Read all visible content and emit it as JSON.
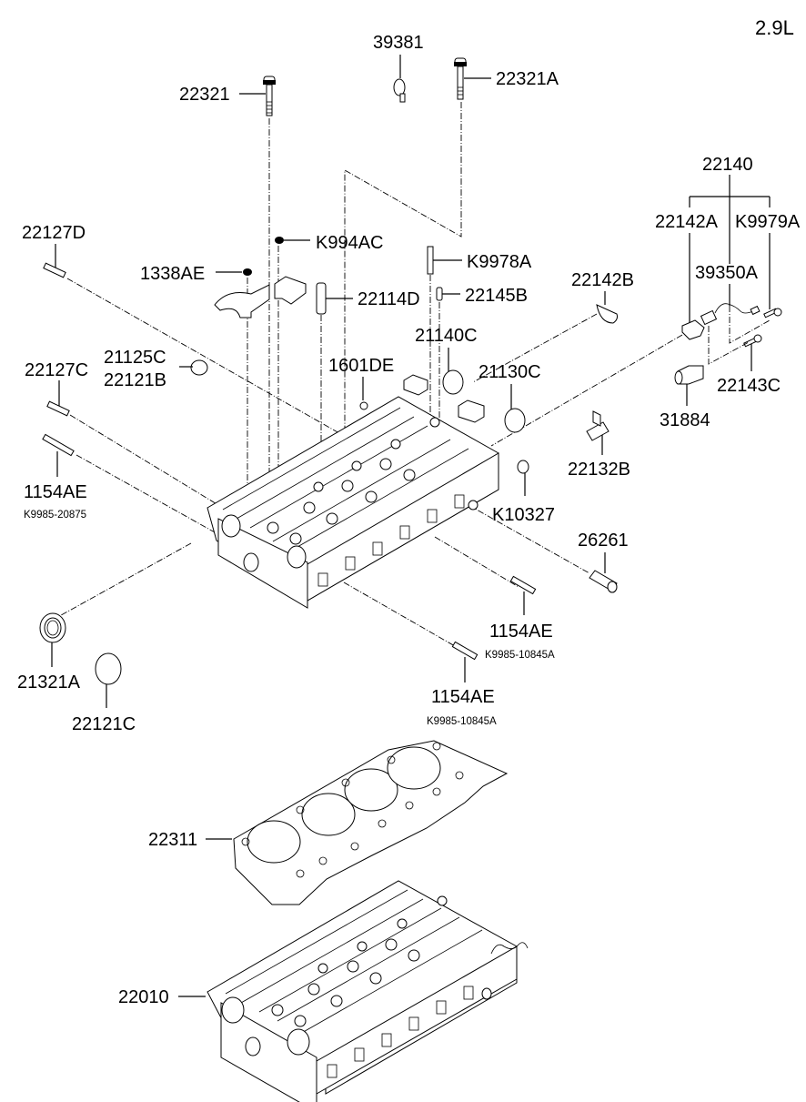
{
  "diagram": {
    "engine_label": "2.9L",
    "part_labels": {
      "p39381": "39381",
      "p22321": "22321",
      "p22321A": "22321A",
      "p22140": "22140",
      "p22142A": "22142A",
      "pK9979A": "K9979A",
      "p39350A": "39350A",
      "p22127D": "22127D",
      "pK994AC": "K994AC",
      "pK9978A": "K9978A",
      "p1338AE": "1338AE",
      "p22114D": "22114D",
      "p22145B": "22145B",
      "p22142B": "22142B",
      "p21140C": "21140C",
      "p21125C": "21125C",
      "p22121B": "22121B",
      "p22127C": "22127C",
      "p1601DE": "1601DE",
      "p21130C": "21130C",
      "p22143C": "22143C",
      "p31884": "31884",
      "p22132B": "22132B",
      "p1154AE_left": "1154AE",
      "pK10327": "K10327",
      "p26261": "26261",
      "p1154AE_mid": "1154AE",
      "p21321A": "21321A",
      "p22121C": "22121C",
      "p1154AE_low": "1154AE",
      "p22311": "22311",
      "p22010": "22010"
    },
    "sub_labels": {
      "s_left": "K9985-20875",
      "s_mid": "K9985-10845A",
      "s_low": "K9985-10845A"
    }
  }
}
